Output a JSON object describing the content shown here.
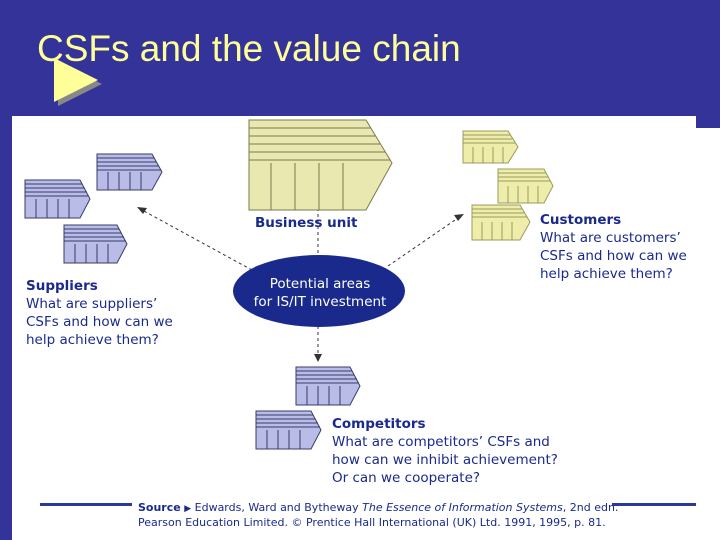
{
  "slide": {
    "title": "CSFs and the value chain"
  },
  "diagram": {
    "business_unit": "Business unit",
    "center": {
      "line1": "Potential areas",
      "line2": "for IS/IT investment"
    },
    "suppliers": {
      "heading": "Suppliers",
      "lines": [
        "What are suppliers’",
        "CSFs and how can we",
        "help achieve them?"
      ]
    },
    "customers": {
      "heading": "Customers",
      "lines": [
        "What are customers’",
        "CSFs and how can we",
        "help achieve them?"
      ]
    },
    "competitors": {
      "heading": "Competitors",
      "lines": [
        "What are competitors’ CSFs and",
        "how can we inhibit achievement?",
        "Or can we cooperate?"
      ]
    }
  },
  "source": {
    "label": "Source",
    "line1_pre": "Edwards, Ward and Bytheway ",
    "line1_italic": "The Essence of Information Systems",
    "line1_post": ", 2nd edn.",
    "line2": "Pearson Education Limited. © Prentice Hall International (UK) Ltd. 1991, 1995, p. 81."
  },
  "colors": {
    "background": "#33339a",
    "title": "#ffff99",
    "supplier_fill": "#b8bce6",
    "customer_fill": "#eeeeaa",
    "business_fill": "#e8e8b0",
    "center_fill": "#1a2a8c",
    "text": "#1a2a8c"
  }
}
